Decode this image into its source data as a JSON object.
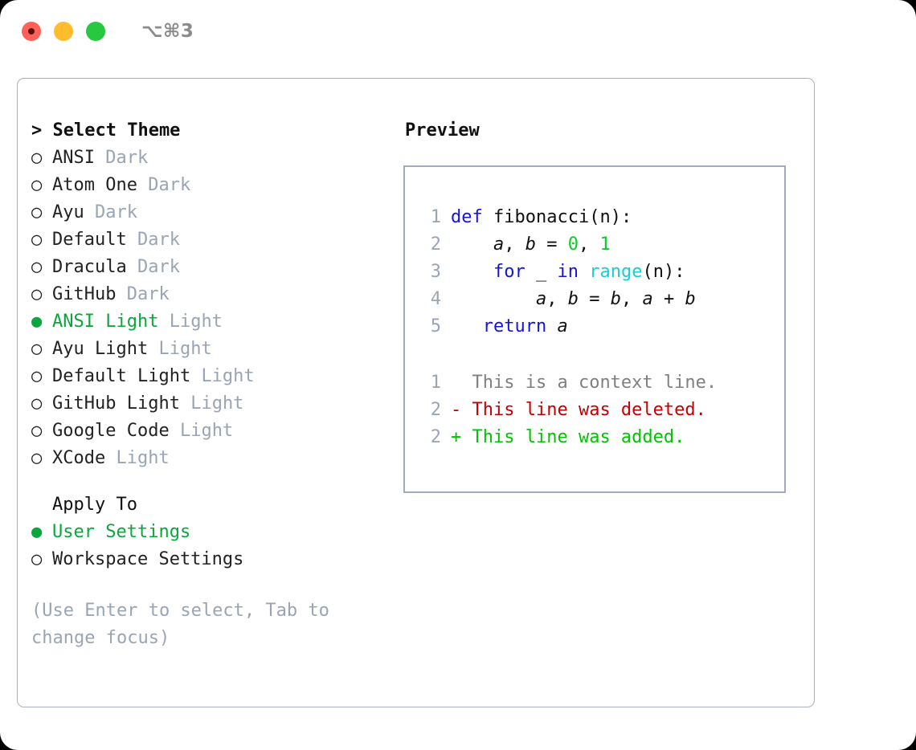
{
  "titlebar": {
    "shortcut": "⌥⌘3",
    "buttons": {
      "close": "close",
      "minimize": "minimize",
      "maximize": "maximize"
    }
  },
  "theme_list": {
    "header": "> Select Theme",
    "items": [
      {
        "bullet": "○",
        "name": "ANSI",
        "variant": "Dark",
        "selected": false
      },
      {
        "bullet": "○",
        "name": "Atom One",
        "variant": "Dark",
        "selected": false
      },
      {
        "bullet": "○",
        "name": "Ayu",
        "variant": "Dark",
        "selected": false
      },
      {
        "bullet": "○",
        "name": "Default",
        "variant": "Dark",
        "selected": false
      },
      {
        "bullet": "○",
        "name": "Dracula",
        "variant": "Dark",
        "selected": false
      },
      {
        "bullet": "○",
        "name": "GitHub",
        "variant": "Dark",
        "selected": false
      },
      {
        "bullet": "●",
        "name": "ANSI Light",
        "variant": "Light",
        "selected": true
      },
      {
        "bullet": "○",
        "name": "Ayu Light",
        "variant": "Light",
        "selected": false
      },
      {
        "bullet": "○",
        "name": "Default Light",
        "variant": "Light",
        "selected": false
      },
      {
        "bullet": "○",
        "name": "GitHub Light",
        "variant": "Light",
        "selected": false
      },
      {
        "bullet": "○",
        "name": "Google Code",
        "variant": "Light",
        "selected": false
      },
      {
        "bullet": "○",
        "name": "XCode",
        "variant": "Light",
        "selected": false
      }
    ]
  },
  "apply_to": {
    "header": "Apply To",
    "items": [
      {
        "bullet": "●",
        "name": "User Settings",
        "selected": true
      },
      {
        "bullet": "○",
        "name": "Workspace Settings",
        "selected": false
      }
    ]
  },
  "hint": "(Use Enter to select, Tab to change focus)",
  "preview": {
    "title": "Preview",
    "code": [
      {
        "no": "1",
        "tokens": [
          {
            "t": "def",
            "c": "kw"
          },
          {
            "t": " ",
            "c": "plain"
          },
          {
            "t": "fibonacci",
            "c": "fn"
          },
          {
            "t": "(n):",
            "c": "punct"
          }
        ]
      },
      {
        "no": "2",
        "tokens": [
          {
            "t": "    ",
            "c": "plain"
          },
          {
            "t": "a",
            "c": "var"
          },
          {
            "t": ", ",
            "c": "punct"
          },
          {
            "t": "b",
            "c": "var"
          },
          {
            "t": " = ",
            "c": "punct"
          },
          {
            "t": "0",
            "c": "num"
          },
          {
            "t": ", ",
            "c": "punct"
          },
          {
            "t": "1",
            "c": "num"
          }
        ]
      },
      {
        "no": "3",
        "tokens": [
          {
            "t": "    ",
            "c": "plain"
          },
          {
            "t": "for",
            "c": "kw"
          },
          {
            "t": " _ ",
            "c": "plain"
          },
          {
            "t": "in",
            "c": "kw"
          },
          {
            "t": " ",
            "c": "plain"
          },
          {
            "t": "range",
            "c": "builtin"
          },
          {
            "t": "(n):",
            "c": "punct"
          }
        ]
      },
      {
        "no": "4",
        "tokens": [
          {
            "t": "        ",
            "c": "plain"
          },
          {
            "t": "a",
            "c": "var"
          },
          {
            "t": ", ",
            "c": "punct"
          },
          {
            "t": "b",
            "c": "var"
          },
          {
            "t": " = ",
            "c": "punct"
          },
          {
            "t": "b",
            "c": "var"
          },
          {
            "t": ", ",
            "c": "punct"
          },
          {
            "t": "a",
            "c": "var"
          },
          {
            "t": " + ",
            "c": "punct"
          },
          {
            "t": "b",
            "c": "var"
          }
        ]
      },
      {
        "no": "5",
        "tokens": [
          {
            "t": "   ",
            "c": "plain"
          },
          {
            "t": "return",
            "c": "kw"
          },
          {
            "t": " ",
            "c": "plain"
          },
          {
            "t": "a",
            "c": "var"
          }
        ]
      }
    ],
    "diff": [
      {
        "no": "1",
        "marker": "  ",
        "text": "This is a context line.",
        "kind": "ctx"
      },
      {
        "no": "2",
        "marker": "- ",
        "text": "This line was deleted.",
        "kind": "del"
      },
      {
        "no": "2",
        "marker": "+ ",
        "text": "This line was added.",
        "kind": "add"
      }
    ]
  },
  "colors": {
    "accent_green": "#0aa83c",
    "muted": "#9aa5b4",
    "border": "#a7b1bf",
    "keyword": "#1414e0",
    "builtin": "#15cfd4",
    "number": "#0ccc27",
    "diff_add": "#00c400",
    "diff_del": "#c40000",
    "diff_ctx": "#808080"
  }
}
